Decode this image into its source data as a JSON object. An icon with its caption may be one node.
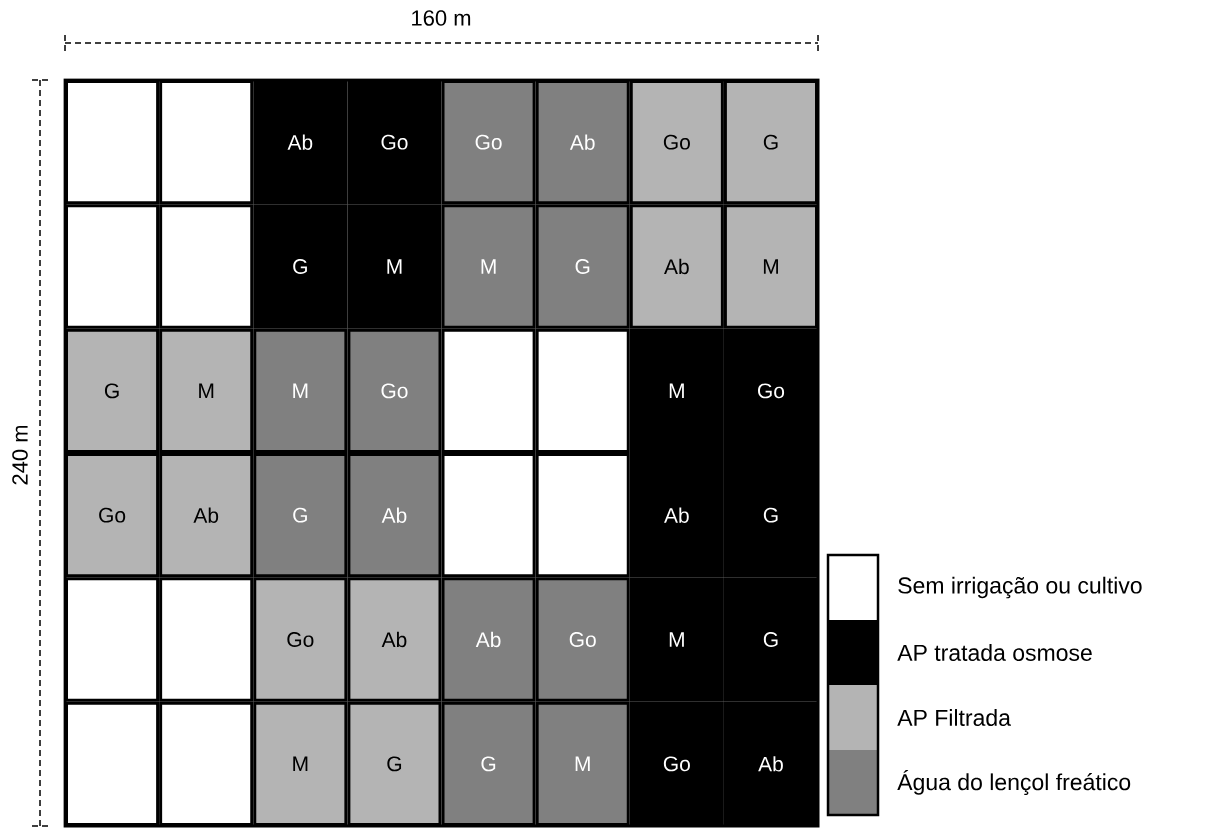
{
  "diagram": {
    "nodes": [
      {
        "text": [],
        "shape": "box"
      },
      {
        "text": [],
        "shape": "box"
      },
      {
        "text": [
          "Ab"
        ]
      },
      {
        "text": [
          "Go"
        ]
      },
      {
        "text": [
          "Go"
        ]
      },
      {
        "text": [
          "Ab"
        ]
      },
      {
        "text": [
          "Go"
        ]
      },
      {
        "text": [
          "G"
        ]
      },
      {
        "text": [],
        "shape": "box"
      },
      {
        "text": [],
        "shape": "box"
      },
      {
        "text": [
          "G"
        ]
      },
      {
        "text": [
          "M"
        ]
      },
      {
        "text": [
          "M"
        ]
      },
      {
        "text": [
          "G"
        ]
      },
      {
        "text": [
          "Ab"
        ]
      },
      {
        "text": [
          "M"
        ]
      },
      {
        "text": [
          "G"
        ]
      },
      {
        "text": [
          "M"
        ]
      },
      {
        "text": [
          "M"
        ]
      },
      {
        "text": [
          "Go"
        ]
      },
      {
        "text": [],
        "shape": "box"
      },
      {
        "text": [],
        "shape": "box"
      },
      {
        "text": [
          "M"
        ]
      },
      {
        "text": [
          "Go"
        ]
      },
      {
        "text": [
          "Go"
        ]
      },
      {
        "text": [
          "Ab"
        ]
      },
      {
        "text": [
          "G"
        ]
      },
      {
        "text": [
          "Ab"
        ]
      },
      {
        "text": [],
        "shape": "box"
      },
      {
        "text": [],
        "shape": "box"
      },
      {
        "text": [
          "Ab"
        ]
      },
      {
        "text": [
          "G"
        ]
      },
      {
        "text": [],
        "shape": "box"
      },
      {
        "text": [],
        "shape": "box"
      },
      {
        "text": [
          "Go"
        ]
      },
      {
        "text": [
          "Ab"
        ]
      },
      {
        "text": [
          "Ab"
        ]
      },
      {
        "text": [
          "Go"
        ]
      },
      {
        "text": [
          "M"
        ]
      },
      {
        "text": [
          "G"
        ]
      },
      {
        "text": [],
        "shape": "box"
      },
      {
        "text": [],
        "shape": "box"
      },
      {
        "text": [
          "M"
        ]
      },
      {
        "text": [
          "G"
        ]
      },
      {
        "text": [
          "G"
        ]
      },
      {
        "text": [
          "M"
        ]
      },
      {
        "text": [
          "Go"
        ]
      },
      {
        "text": [
          "Ab"
        ]
      }
    ],
    "labels": [
      "160 m",
      "240 m"
    ],
    "legend": [
      {
        "text": "Sem irrigação ou cultivo",
        "color": "#ffffff"
      },
      {
        "text": "AP tratada osmose",
        "color": "#000000"
      },
      {
        "text": "AP Filtrada",
        "color": "#b4b4b4"
      },
      {
        "text": "Água do lençol freático",
        "color": "#808080"
      }
    ]
  }
}
